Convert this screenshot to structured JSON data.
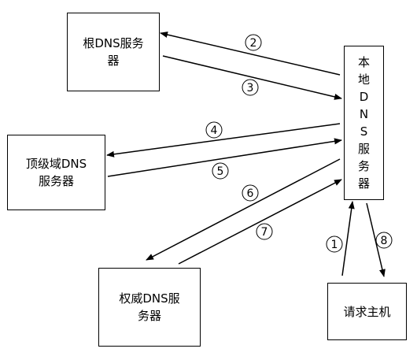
{
  "nodes": {
    "root_server": {
      "label": "根DNS服务\n器"
    },
    "tld_server": {
      "label": "顶级域DNS\n服务器"
    },
    "auth_server": {
      "label": "权威DNS服\n务器"
    },
    "local_server": {
      "label": "本\n地\nD\nN\nS\n服\n务\n器"
    },
    "host": {
      "label": "请求主机"
    }
  },
  "steps": [
    {
      "label": "2"
    },
    {
      "label": "3"
    },
    {
      "label": "4"
    },
    {
      "label": "5"
    },
    {
      "label": "6"
    },
    {
      "label": "7"
    },
    {
      "label": "1"
    },
    {
      "label": "8"
    }
  ]
}
